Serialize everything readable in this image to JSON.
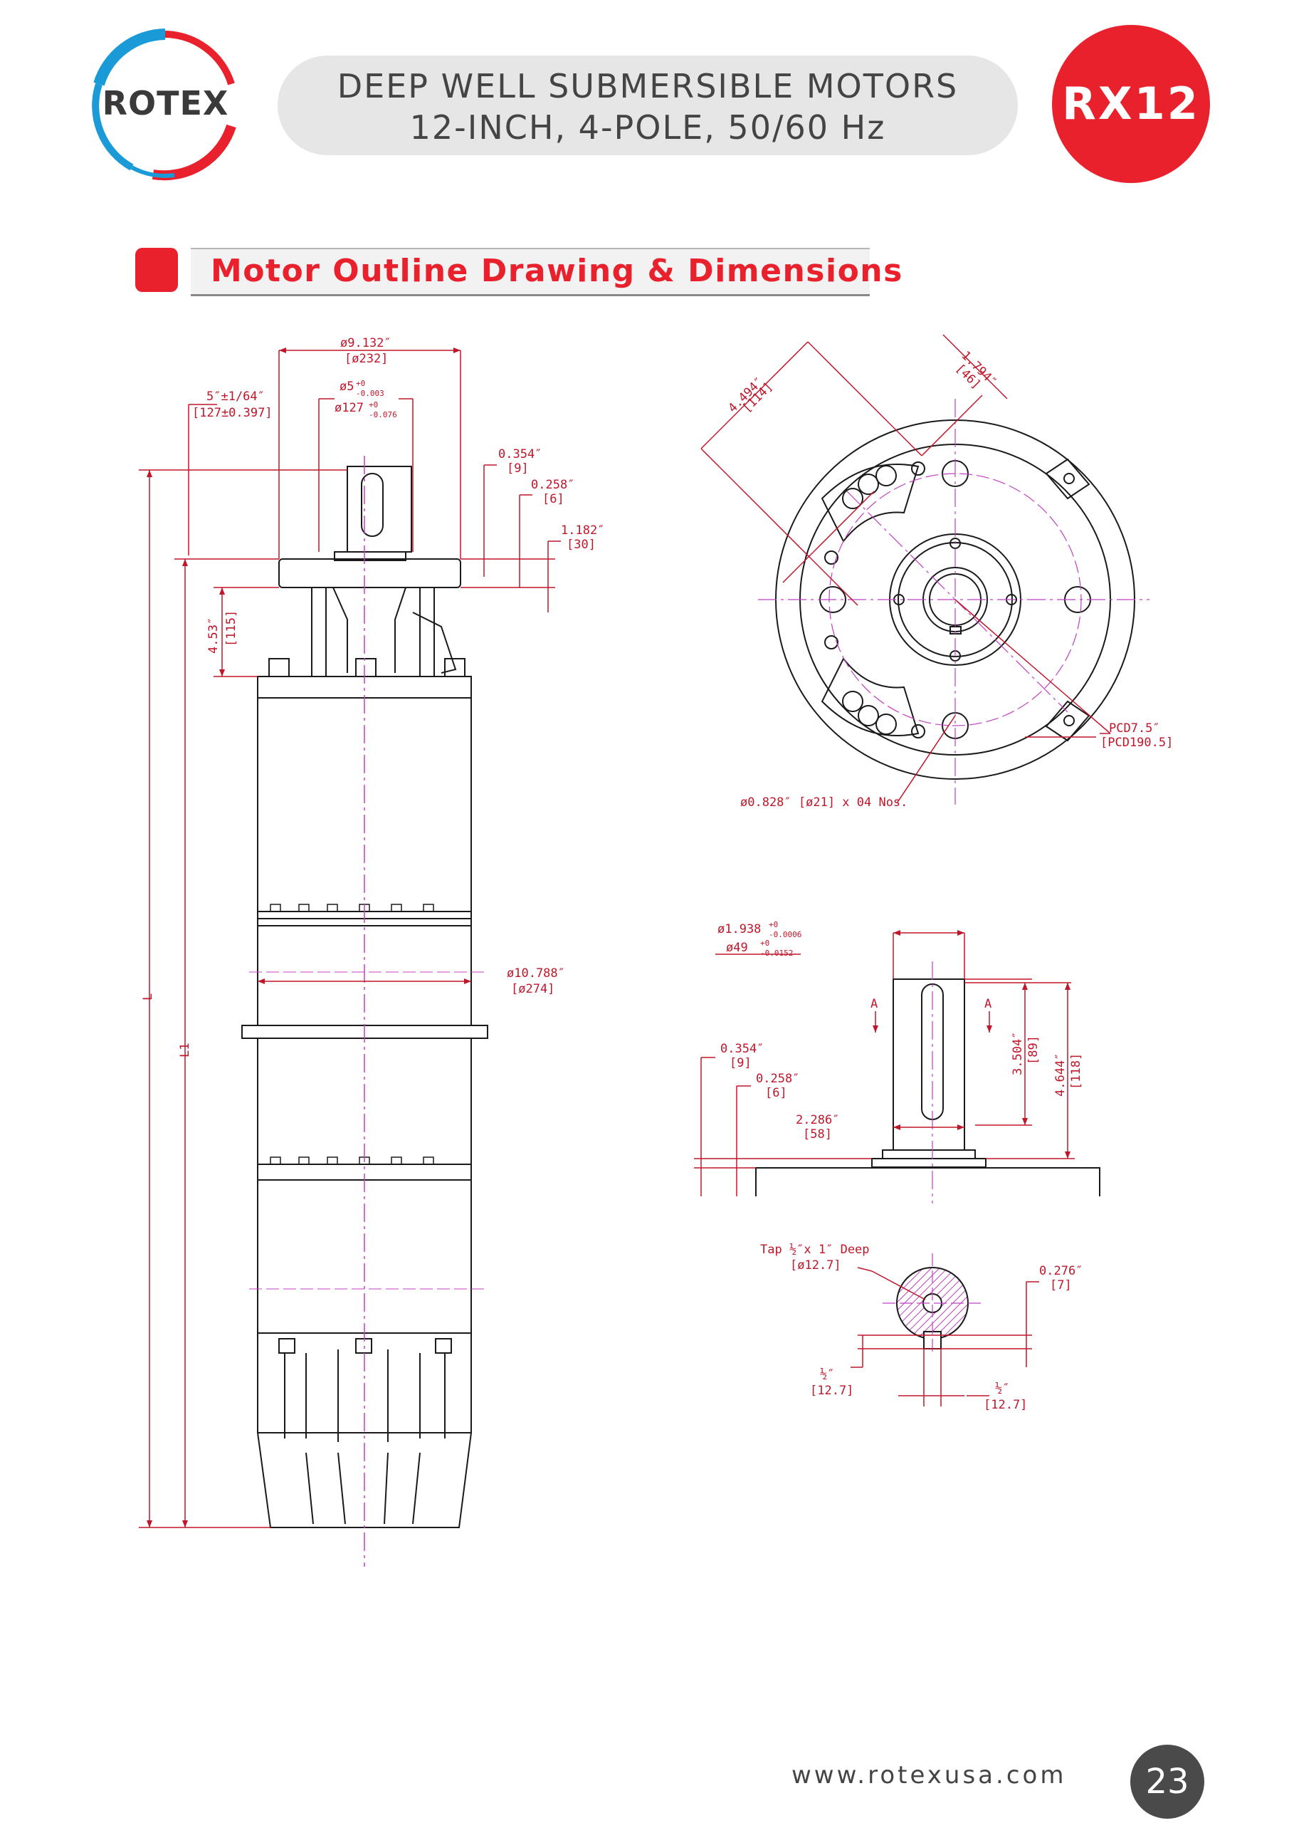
{
  "header": {
    "logo_text": "ROTEX",
    "title_line1": "DEEP WELL SUBMERSIBLE MOTORS",
    "title_line2": "12-INCH, 4-POLE, 50/60 Hz",
    "model_badge": "RX12"
  },
  "section": {
    "title": "Motor Outline Drawing & Dimensions"
  },
  "side_view": {
    "dim_dia_flange": "ø9.132″",
    "dim_dia_flange_mm": "[ø232]",
    "dim_pilot": "ø5",
    "dim_pilot_tol_upper": "+0",
    "dim_pilot_tol_lower": "-0.003",
    "dim_pilot_mm": "ø127",
    "dim_pilot_mm_tol_upper": "+0",
    "dim_pilot_mm_tol_lower": "-0.076",
    "dim_5in": "5″±1/64″",
    "dim_5in_mm": "[127±0.397]",
    "dim_0354": "0.354″",
    "dim_0354_mm": "[9]",
    "dim_0258": "0.258″",
    "dim_0258_mm": "[6]",
    "dim_1182": "1.182″",
    "dim_1182_mm": "[30]",
    "dim_453": "4.53″",
    "dim_453_mm": "[115]",
    "dim_body_dia": "ø10.788″",
    "dim_body_dia_mm": "[ø274]",
    "label_L": "L",
    "label_L1": "L1"
  },
  "top_view": {
    "dim_4494": "4.494″",
    "dim_4494_mm": "[114]",
    "dim_1794": "1.794″",
    "dim_1794_mm": "[46]",
    "dim_pcd": "PCD7.5″",
    "dim_pcd_mm": "[PCD190.5]",
    "holes": "ø0.828″ [ø21] x 04 Nos."
  },
  "shaft_view": {
    "dim_shaft": "ø1.938",
    "dim_shaft_tol_upper": "+0",
    "dim_shaft_tol_lower": "-0.0006",
    "dim_shaft_mm": "ø49",
    "dim_shaft_mm_tol_upper": "+0",
    "dim_shaft_mm_tol_lower": "-0.0152",
    "section_a_left": "A",
    "section_a_right": "A",
    "dim_0354": "0.354″",
    "dim_0354_mm": "[9]",
    "dim_0258": "0.258″",
    "dim_0258_mm": "[6]",
    "dim_2286": "2.286″",
    "dim_2286_mm": "[58]",
    "dim_3504": "3.504″",
    "dim_3504_mm": "[89]",
    "dim_4644": "4.644″",
    "dim_4644_mm": "[118]"
  },
  "section_view": {
    "tap_label": "Tap ½″x 1″ Deep",
    "tap_mm": "[ø12.7]",
    "dim_0276": "0.276″",
    "dim_0276_mm": "[7]",
    "dim_half_left": "½″",
    "dim_half_left_mm": "[12.7]",
    "dim_half_right": "½″",
    "dim_half_right_mm": "[12.7]"
  },
  "footer": {
    "website": "www.rotexusa.com",
    "page_number": "23"
  },
  "colors": {
    "accent_red": "#e8212d",
    "logo_blue": "#1a9ad6",
    "dimension_red": "#c0162a",
    "centerline_magenta": "#c040c0",
    "outline": "#1a1a1a"
  }
}
